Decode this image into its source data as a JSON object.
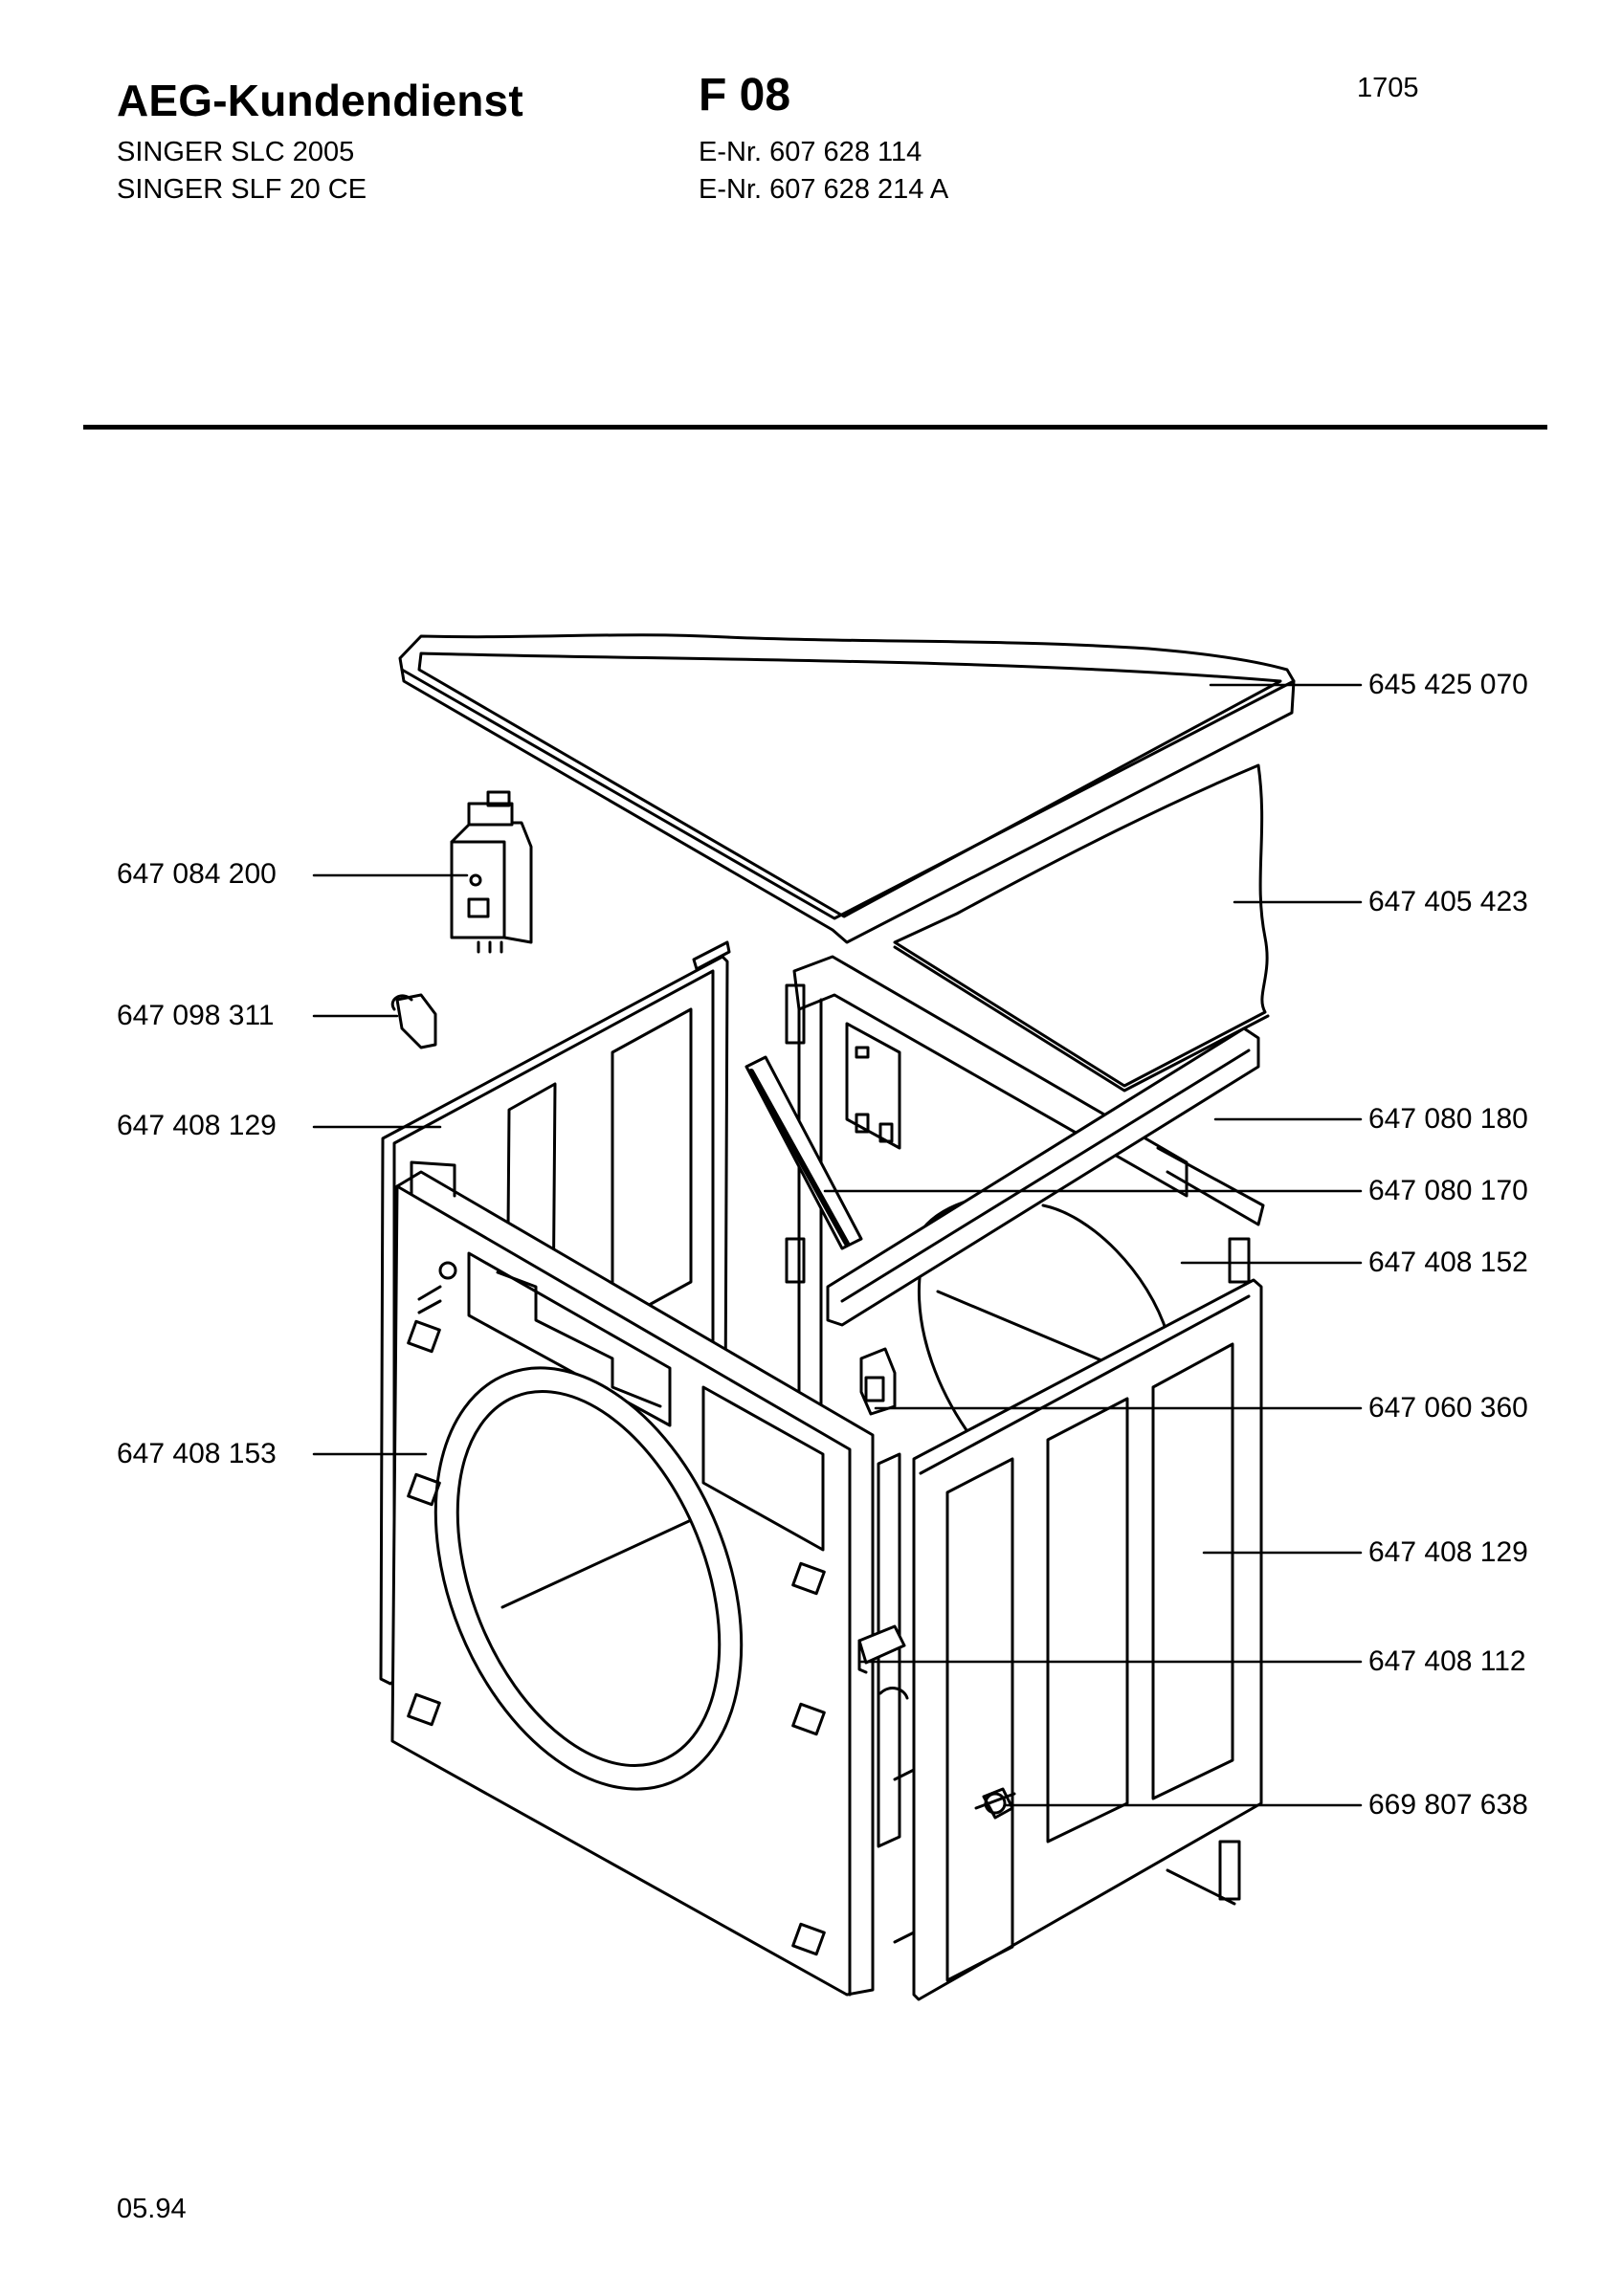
{
  "header": {
    "brand": "AEG-Kundendienst",
    "document_code": "F 08",
    "page_number": "1705",
    "models": [
      {
        "name": "SINGER SLC 2005",
        "e_nr": "E-Nr. 607 628 114"
      },
      {
        "name": "SINGER SLF 20 CE",
        "e_nr": "E-Nr. 607 628 214 A"
      }
    ]
  },
  "parts_left": [
    {
      "number": "647 084 200"
    },
    {
      "number": "647 098 311"
    },
    {
      "number": "647 408 129"
    },
    {
      "number": "647 408 153"
    }
  ],
  "parts_right": [
    {
      "number": "645 425 070"
    },
    {
      "number": "647 405 423"
    },
    {
      "number": "647 080 180"
    },
    {
      "number": "647 080 170"
    },
    {
      "number": "647 408 152"
    },
    {
      "number": "647 060 360"
    },
    {
      "number": "647 408 129"
    },
    {
      "number": "647 408 112"
    },
    {
      "number": "669 807 638"
    }
  ],
  "footer": {
    "date": "05.94"
  }
}
